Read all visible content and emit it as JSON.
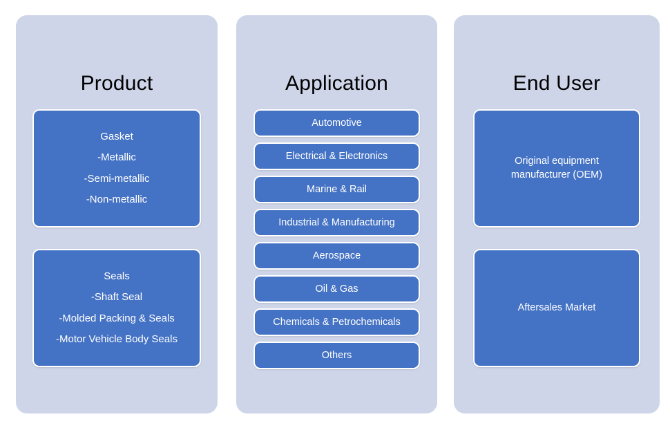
{
  "diagram": {
    "type": "segmentation-three-column",
    "background_color": "#FFFFFF",
    "panel_color": "#CFD5E9",
    "card_color": "#4472C4",
    "card_text_color": "#FFFFFF",
    "title_color": "#000000"
  },
  "columns": [
    {
      "id": "product",
      "title": "Product",
      "cards": [
        {
          "id": "gasket",
          "lines": [
            "Gasket",
            "-Metallic",
            "-Semi-metallic",
            "-Non-metallic"
          ]
        },
        {
          "id": "seals",
          "lines": [
            "Seals",
            "-Shaft Seal",
            "-Molded Packing & Seals",
            "-Motor Vehicle Body Seals"
          ]
        }
      ]
    },
    {
      "id": "application",
      "title": "Application",
      "items": [
        "Automotive",
        "Electrical & Electronics",
        "Marine & Rail",
        "Industrial & Manufacturing",
        "Aerospace",
        "Oil & Gas",
        "Chemicals & Petrochemicals",
        "Others"
      ]
    },
    {
      "id": "enduser",
      "title": "End User",
      "cards": [
        {
          "id": "oem",
          "lines": [
            "Original equipment",
            "manufacturer (OEM)"
          ]
        },
        {
          "id": "aftersales",
          "lines": [
            "Aftersales Market"
          ]
        }
      ]
    }
  ]
}
